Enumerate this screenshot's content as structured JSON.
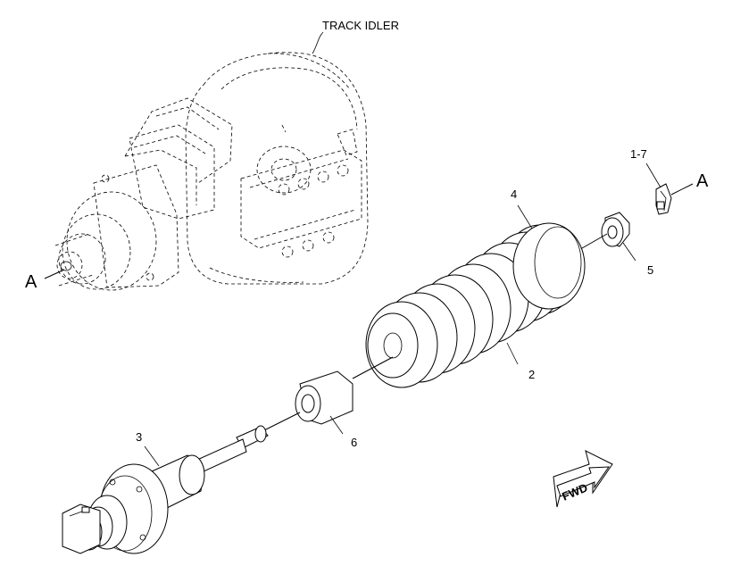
{
  "diagram": {
    "title_label": "TRACK IDLER",
    "section_marker": "A",
    "callouts": {
      "c1_7": "1-7",
      "c2": "2",
      "c3": "3",
      "c4": "4",
      "c5": "5",
      "c6": "6"
    },
    "direction_arrow": "FWD"
  }
}
